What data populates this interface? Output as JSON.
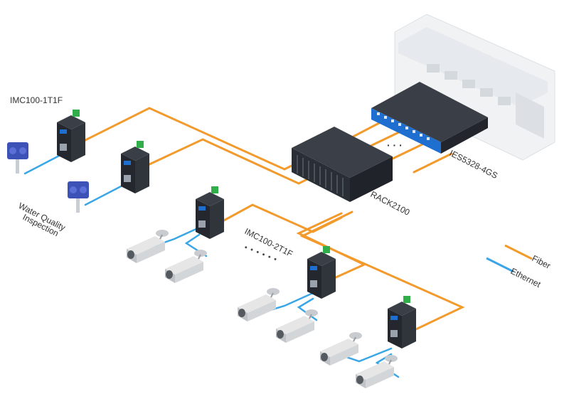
{
  "labels": {
    "imc100_1t1f": "IMC100-1T1F",
    "imc100_2t1f": "IMC100-2T1F",
    "rack2100": "RACK2100",
    "ies5328": "IES5328-4GS",
    "water_quality_line1": "Water Quality",
    "water_quality_line2": "Inspection",
    "dots_small": "· · ·",
    "dots_large": "• • • • • •"
  },
  "legend": {
    "fiber": "Fiber",
    "ethernet": "Ethernet"
  },
  "colors": {
    "fiber": "#f39a2c",
    "ethernet": "#3aa6e6",
    "device_dark": "#2b2f36",
    "device_blue": "#1f6fd1",
    "terminal_green": "#2fae4a",
    "camera_body": "#d9d9d9",
    "sensor_blue": "#3c52b7"
  }
}
